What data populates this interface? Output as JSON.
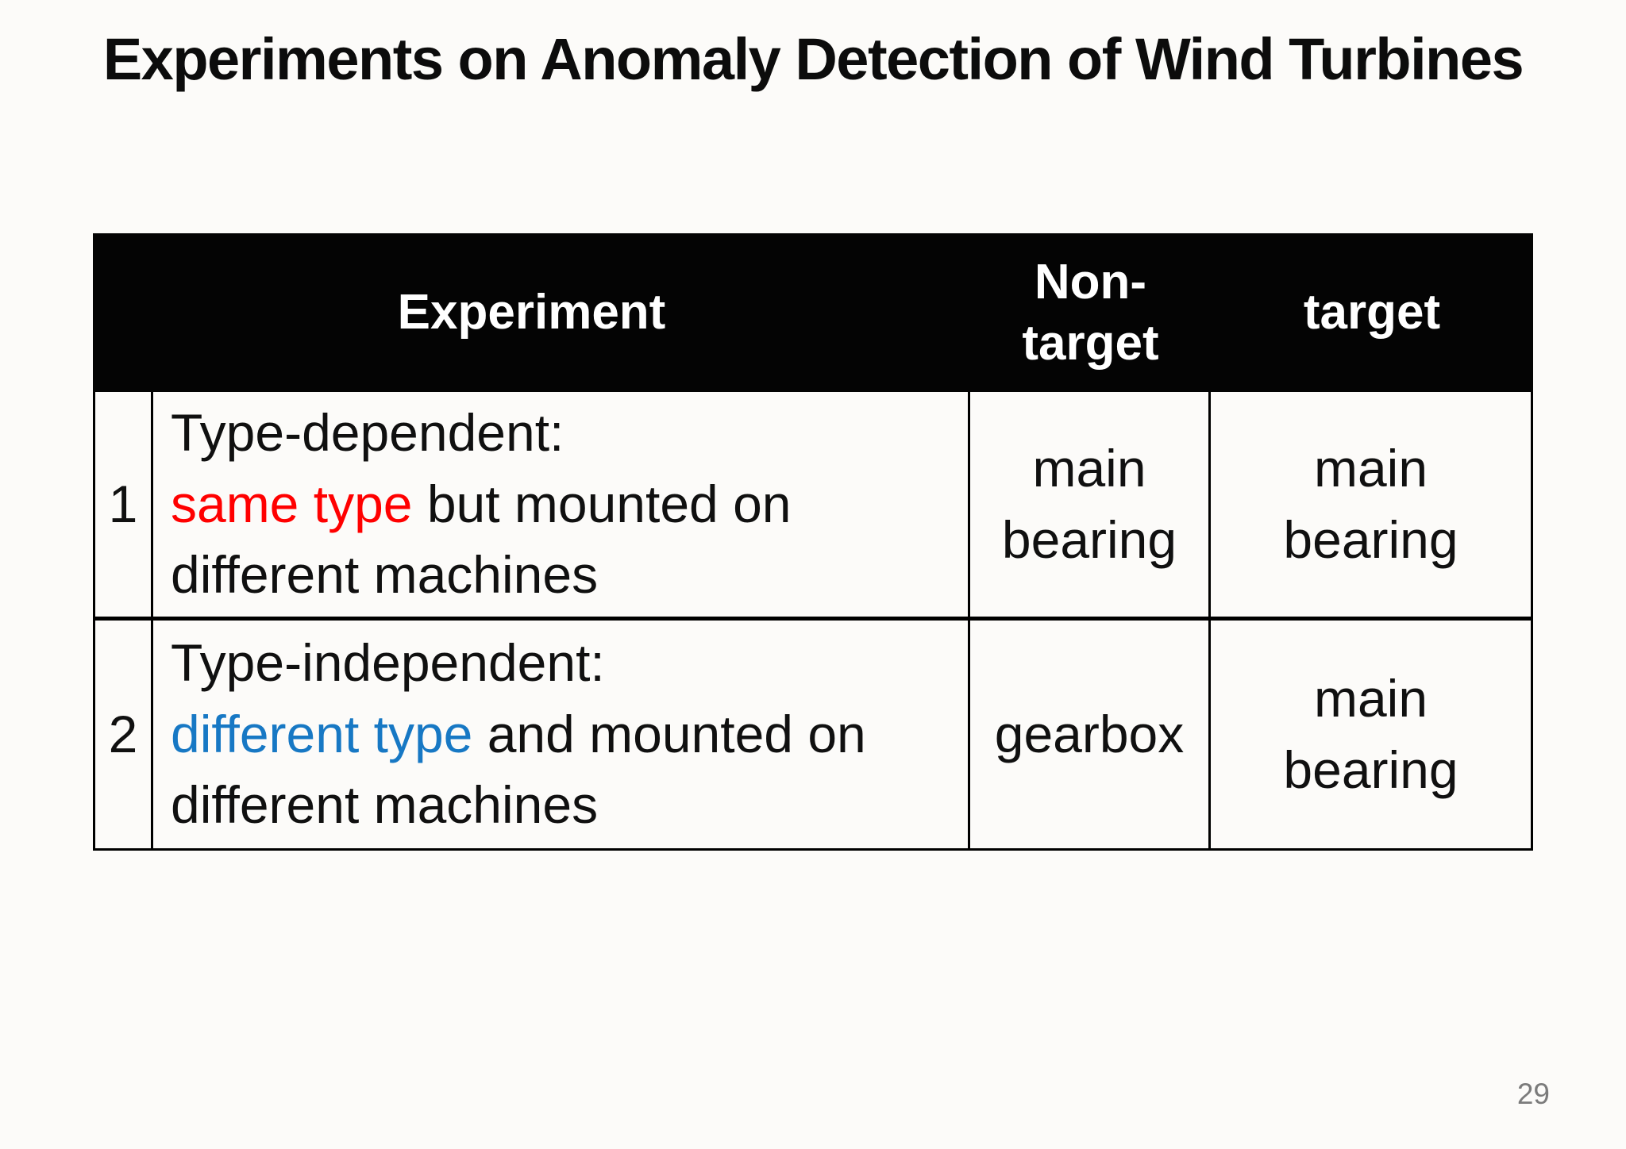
{
  "slide": {
    "title": "Experiments on Anomaly Detection of Wind Turbines",
    "page_number": "29"
  },
  "colors": {
    "header_bg": "#040404",
    "header_text": "#ffffff",
    "red_highlight": "#ff0000",
    "blue_highlight": "#1778c4",
    "page_number_gray": "#7b7b7b",
    "border_black": "#000000"
  },
  "table": {
    "headers": {
      "experiment": "Experiment",
      "non_target": "Non-target",
      "target": "target"
    },
    "rows": [
      {
        "num": "1",
        "description": {
          "line1": "Type-dependent:",
          "highlight": "same type",
          "rest": " but mounted on",
          "line3": "different machines"
        },
        "highlight_color": "#ff0000",
        "non_target": "main bearing",
        "target": "main bearing"
      },
      {
        "num": "2",
        "description": {
          "line1": "Type-independent:",
          "highlight": "different type",
          "rest": " and mounted on",
          "line3": "different machines"
        },
        "highlight_color": "#1778c4",
        "non_target": "gearbox",
        "target": "main bearing"
      }
    ]
  }
}
